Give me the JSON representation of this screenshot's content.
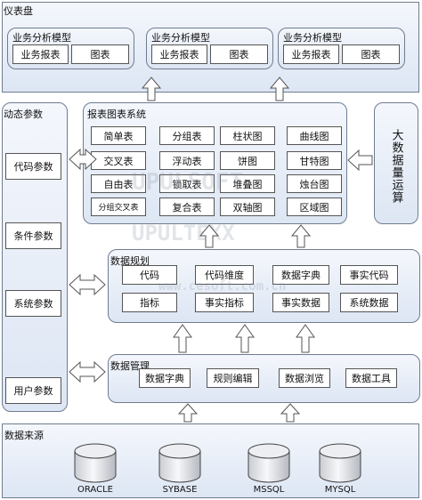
{
  "dashboard": {
    "title": "仪表盘",
    "models": [
      {
        "title": "业务分析模型",
        "items": [
          "业务报表",
          "图表"
        ]
      },
      {
        "title": "业务分析模型",
        "items": [
          "业务报表",
          "图表"
        ]
      },
      {
        "title": "业务分析模型",
        "items": [
          "业务报表",
          "图表"
        ]
      }
    ]
  },
  "dynamic_params": {
    "title": "动态参数",
    "items": [
      "代码参数",
      "条件参数",
      "系统参数",
      "用户参数"
    ]
  },
  "report_system": {
    "title": "报表图表系统",
    "rows": [
      [
        "简单表",
        "分组表",
        "柱状图",
        "曲线图"
      ],
      [
        "交叉表",
        "浮动表",
        "饼图",
        "甘特图"
      ],
      [
        "自由表",
        "锁取表",
        "堆叠图",
        "烛台图"
      ],
      [
        "分组交叉表",
        "复合表",
        "双轴图",
        "区域图"
      ]
    ]
  },
  "bigdata": {
    "title": "大数据量运算"
  },
  "planning": {
    "title": "数据规划",
    "rows": [
      [
        "代码",
        "代码维度",
        "数据字典",
        "事实代码"
      ],
      [
        "指标",
        "事实指标",
        "事实数据",
        "系统数据"
      ]
    ]
  },
  "management": {
    "title": "数据管理",
    "items": [
      "数据字典",
      "规则编辑",
      "数据浏览",
      "数据工具"
    ]
  },
  "sources": {
    "title": "数据来源",
    "databases": [
      "ORACLE",
      "SYBASE",
      "MSSQL",
      "MYSQL"
    ]
  },
  "watermarks": [
    "UPULSOFT",
    "UPULTEXX",
    "www.cesoft.com.cn"
  ]
}
